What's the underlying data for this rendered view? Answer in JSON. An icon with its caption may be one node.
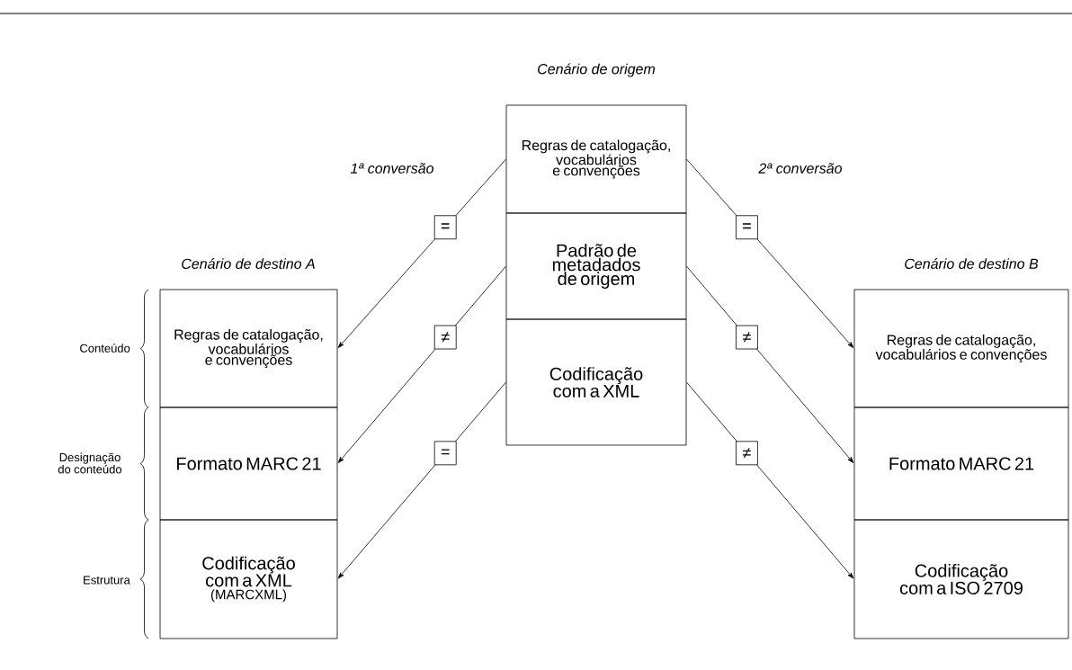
{
  "diagram": {
    "nodes": [
      {
        "text": [
          "Regras de catalogação, vocabulários e convenções"
        ]
      },
      {
        "text": [
          "Padrão de metadados de origem"
        ]
      },
      {
        "text": [
          "Codificação com a XML"
        ]
      },
      {
        "text": [
          "Regras de catalogação, vocabulários e convenções"
        ]
      },
      {
        "text": [
          "Formato MARC 21"
        ]
      },
      {
        "text": [
          "Codificação com a XML",
          "(MARCXML)"
        ]
      },
      {
        "text": [
          "Regras de catalogação, vocabulários e convenções"
        ]
      },
      {
        "text": [
          "Formato MARC 21"
        ]
      },
      {
        "text": [
          "Codificação com a ISO 2709"
        ]
      }
    ],
    "edges": [
      {
        "from": 0,
        "to": 3,
        "arrow": "to",
        "label": "="
      },
      {
        "from": 1,
        "to": 4,
        "arrow": "to",
        "label": "≠"
      },
      {
        "from": 2,
        "to": 5,
        "arrow": "to",
        "label": "="
      },
      {
        "from": 0,
        "to": 6,
        "arrow": "to",
        "label": "="
      },
      {
        "from": 1,
        "to": 7,
        "arrow": "to",
        "label": "≠"
      },
      {
        "from": 2,
        "to": 8,
        "arrow": "to",
        "label": "≠"
      }
    ],
    "labels": [
      "Cenário de origem",
      "1ª conversão",
      "2ª conversão",
      "Cenário de destino A",
      "Cenário de destino B",
      "Conteúdo",
      "Designação do conteúdo",
      "Estrutura"
    ]
  }
}
